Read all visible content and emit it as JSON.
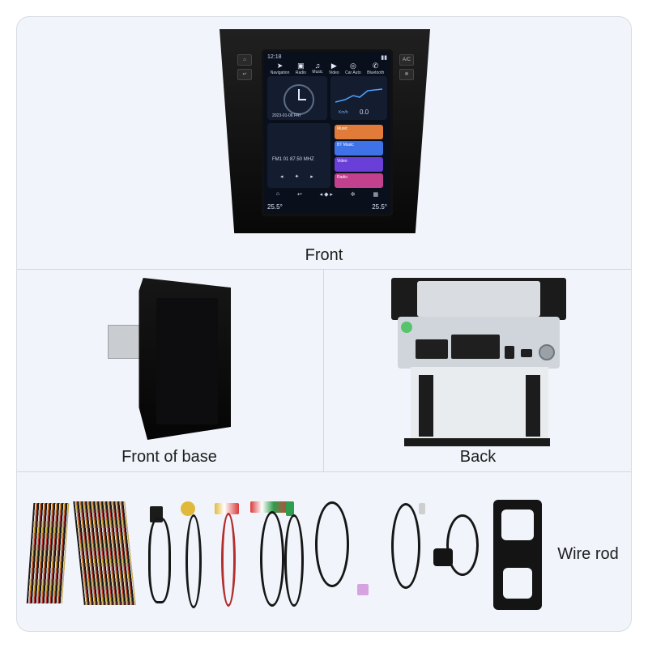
{
  "labels": {
    "front": "Front",
    "front_of_base": "Front of base",
    "back": "Back",
    "wire_rod": "Wire rod"
  },
  "screen": {
    "time": "12:18",
    "apps": [
      "Navigation",
      "Radio",
      "Music",
      "Video",
      "Car Auto",
      "Bluetooth"
    ],
    "date": "2023-01-06 FRI",
    "speed": "0.0",
    "speed_unit": "Km/h",
    "radio": "FM1 01 87.50 MHZ",
    "media_buttons": [
      "Music",
      "BT Music",
      "Video",
      "Radio"
    ],
    "temp_left": "25.5°",
    "temp_right": "25.5°"
  },
  "colors": {
    "card_bg": "#f1f5fb",
    "divider": "#d3d8df",
    "media": [
      "#e07b39",
      "#3f72e6",
      "#6a3fd8",
      "#c2418f"
    ]
  }
}
